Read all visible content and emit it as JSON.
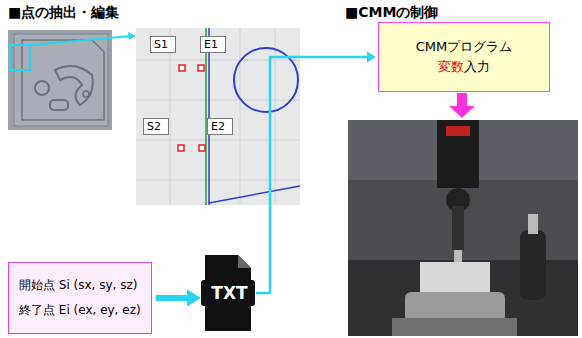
{
  "diagram": {
    "nodes": [
      {
        "text": [
          "S1"
        ]
      },
      {
        "text": [
          "E1"
        ]
      },
      {
        "text": [
          "S2"
        ]
      },
      {
        "text": [
          "E2"
        ]
      },
      {
        "text": [
          "開始点 Si (sx, sy, sz)",
          "終了点 Ei (ex, ey, ez)"
        ]
      },
      {
        "text": [
          "TXT"
        ]
      },
      {
        "text": [
          "CMMプログラム",
          "変数",
          "入力"
        ]
      }
    ],
    "edges": [
      {
        "from": 4,
        "to": 5,
        "arrow": "to"
      },
      {
        "from": 5,
        "to": 6,
        "arrow": "to"
      }
    ],
    "labels": [
      "■点の抽出・編集",
      "■CMMの制御"
    ]
  }
}
